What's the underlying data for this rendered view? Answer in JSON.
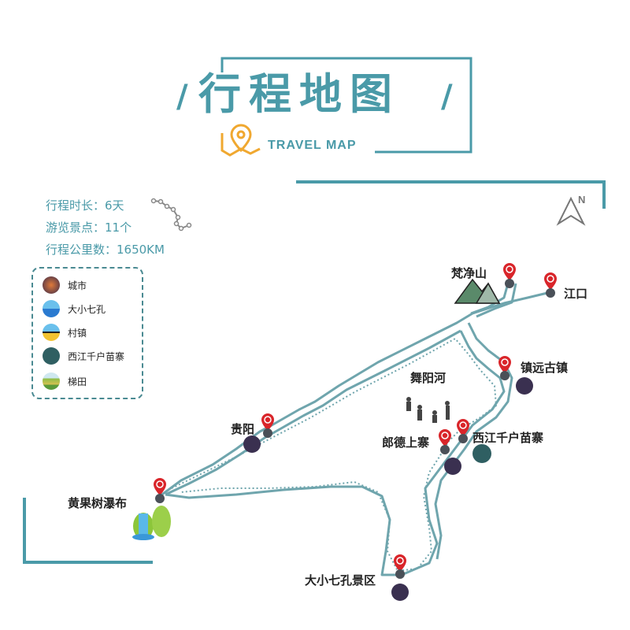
{
  "header": {
    "title": "行程地图",
    "subtitle": "TRAVEL MAP",
    "slash_left": "/",
    "slash_right": "/"
  },
  "stats": {
    "duration": "行程时长：6天",
    "spots": "游览景点：11个",
    "distance": "行程公里数：1650KM"
  },
  "legend": {
    "items": [
      {
        "label": "城市",
        "icon": "city-icon",
        "color": "#c0603a"
      },
      {
        "label": "大小七孔",
        "icon": "qikong-icon",
        "color": "#3a8ed6"
      },
      {
        "label": "村镇",
        "icon": "village-icon",
        "color": "#f2c230"
      },
      {
        "label": "西江千户苗寨",
        "icon": "miao-village-icon",
        "color": "#2f5f62"
      },
      {
        "label": "梯田",
        "icon": "terrace-icon",
        "color": "#8cbf4a"
      }
    ]
  },
  "compass": {
    "label": "N"
  },
  "map": {
    "river_label": "舞阳河",
    "places": [
      {
        "name": "梵净山"
      },
      {
        "name": "江口"
      },
      {
        "name": "镇远古镇"
      },
      {
        "name": "贵阳"
      },
      {
        "name": "郎德上寨"
      },
      {
        "name": "西江千户苗寨"
      },
      {
        "name": "黄果树瀑布"
      },
      {
        "name": "大小七孔景区"
      }
    ]
  },
  "colors": {
    "accent": "#4a9aa8",
    "pin": "#d9252a",
    "node": "#4a5058",
    "title_icon": "#f0a830"
  }
}
